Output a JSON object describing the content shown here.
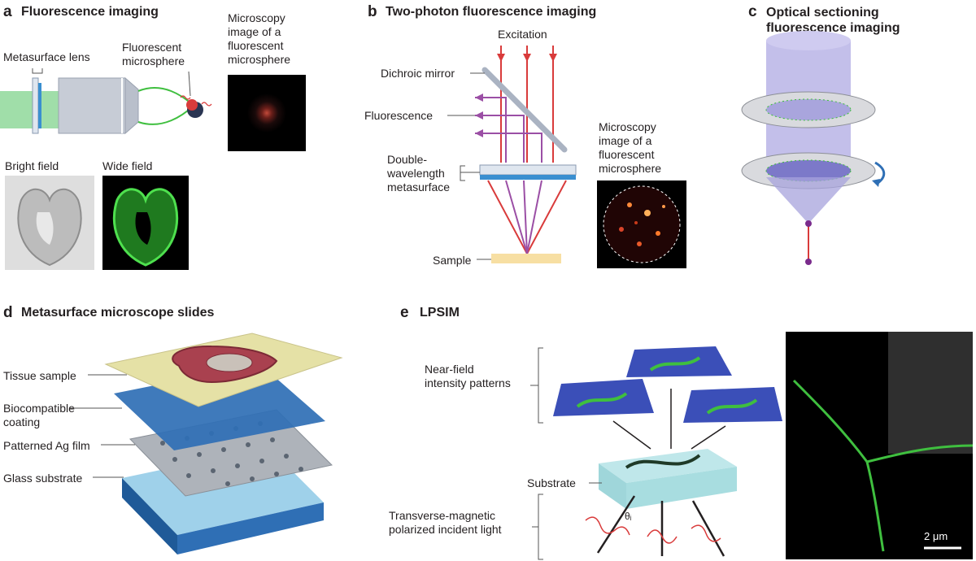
{
  "panels": {
    "a": {
      "letter": "a",
      "title": "Fluorescence imaging",
      "labels": {
        "metasurface_lens": "Metasurface lens",
        "fluorescent_microsphere": "Fluorescent\nmicrosphere",
        "microscopy_image": "Microscopy\nimage of a\nfluorescent\nmicrosphere",
        "bright_field": "Bright field",
        "wide_field": "Wide field"
      }
    },
    "b": {
      "letter": "b",
      "title": "Two-photon fluorescence imaging",
      "labels": {
        "excitation": "Excitation",
        "dichroic_mirror": "Dichroic mirror",
        "fluorescence": "Fluorescence",
        "double_wavelength": "Double-\nwavelength\nmetasurface",
        "sample": "Sample",
        "microscopy_image": "Microscopy\nimage of a\nfluorescent\nmicrosphere"
      }
    },
    "c": {
      "letter": "c",
      "title": "Optical sectioning\nfluorescence imaging"
    },
    "d": {
      "letter": "d",
      "title": "Metasurface microscope slides",
      "labels": {
        "tissue_sample": "Tissue sample",
        "biocompatible_coating": "Biocompatible\ncoating",
        "patterned_ag_film": "Patterned Ag film",
        "glass_substrate": "Glass substrate"
      }
    },
    "e": {
      "letter": "e",
      "title": "LPSIM",
      "labels": {
        "near_field": "Near-field\nintensity patterns",
        "substrate": "Substrate",
        "tm_light": "Transverse-magnetic\npolarized incident light",
        "theta": "θᵢ",
        "scale_bar": "2 μm"
      }
    }
  },
  "colors": {
    "excitation_red": "#d93b3b",
    "fluorescence_purple": "#9b4fa5",
    "metasurface_blue": "#3a8fd0",
    "fluorescent_green": "#3fbf3f",
    "glass_blue": "#2f6fb5"
  }
}
